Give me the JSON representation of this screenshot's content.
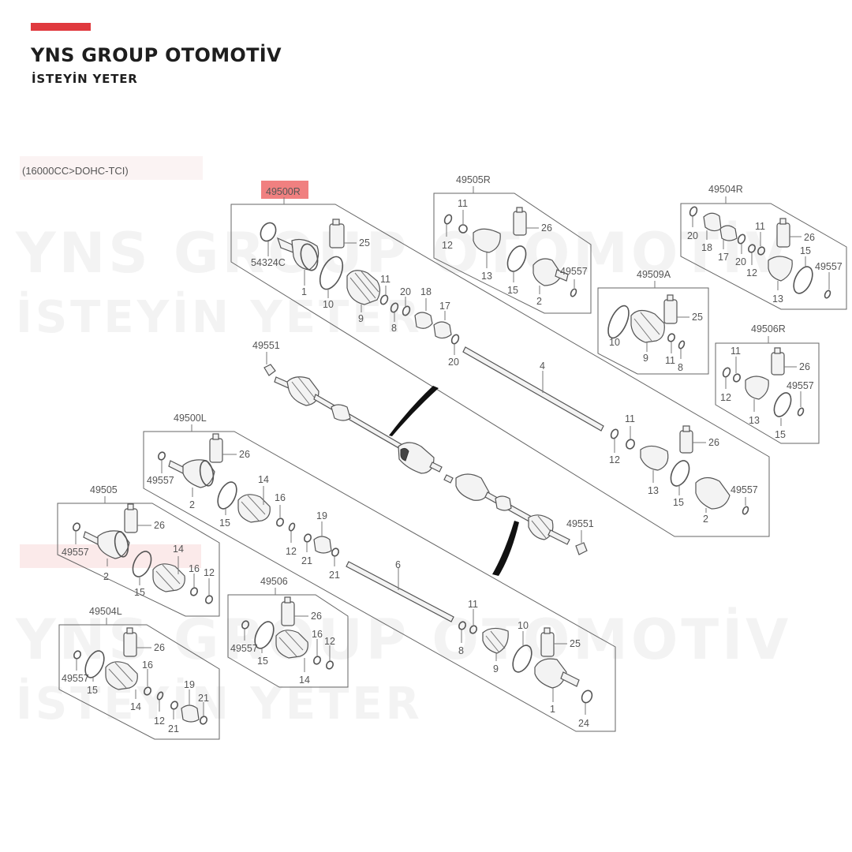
{
  "header": {
    "brand_title": "YNS GROUP OTOMOTİV",
    "brand_subtitle": "İSTEYİN YETER",
    "accent_color": "#e0393e"
  },
  "watermark": {
    "line1": "YNS GROUP OTOMOTİV",
    "line2": "İSTEYİN YETER"
  },
  "diagram": {
    "spec_note": "(16000CC>DOHC-TCI)",
    "highlight_color": "#f08080",
    "groups": [
      {
        "code": "49500R",
        "highlighted": true,
        "parts": [
          "54324C",
          "1",
          "25",
          "10",
          "9",
          "11",
          "8",
          "20",
          "18",
          "17",
          "20",
          "4",
          "12",
          "11",
          "26",
          "13",
          "15",
          "2",
          "49557"
        ]
      },
      {
        "code": "49505R",
        "highlighted": false,
        "parts": [
          "11",
          "12",
          "26",
          "13",
          "15",
          "2",
          "49557"
        ]
      },
      {
        "code": "49504R",
        "highlighted": false,
        "parts": [
          "20",
          "18",
          "17",
          "20",
          "11",
          "12",
          "26",
          "13",
          "15",
          "49557"
        ]
      },
      {
        "code": "49509A",
        "highlighted": false,
        "parts": [
          "10",
          "9",
          "25",
          "11",
          "8"
        ]
      },
      {
        "code": "49506R",
        "highlighted": false,
        "parts": [
          "11",
          "12",
          "26",
          "13",
          "49557",
          "15"
        ]
      },
      {
        "code": "49500L",
        "highlighted": false,
        "parts": [
          "49557",
          "2",
          "26",
          "15",
          "14",
          "16",
          "12",
          "19",
          "21",
          "21",
          "6",
          "11",
          "8",
          "9",
          "10",
          "25",
          "1",
          "24"
        ]
      },
      {
        "code": "49505",
        "highlighted": false,
        "parts": [
          "26",
          "49557",
          "2",
          "15",
          "14",
          "16",
          "12"
        ]
      },
      {
        "code": "49506",
        "highlighted": false,
        "parts": [
          "26",
          "49557",
          "15",
          "16",
          "12",
          "14"
        ]
      },
      {
        "code": "49504L",
        "highlighted": false,
        "parts": [
          "26",
          "49557",
          "15",
          "16",
          "14",
          "12",
          "19",
          "21",
          "21"
        ]
      }
    ],
    "nut_label": "49551",
    "labels": {
      "g49500R": "49500R",
      "g49505R": "49505R",
      "g49504R": "49504R",
      "g49509A": "49509A",
      "g49506R": "49506R",
      "g49500L": "49500L",
      "g49505": "49505",
      "g49506": "49506",
      "g49504L": "49504L",
      "p1": "1",
      "p2": "2",
      "p4": "4",
      "p6": "6",
      "p8": "8",
      "p9": "9",
      "p10": "10",
      "p11": "11",
      "p12": "12",
      "p13": "13",
      "p14": "14",
      "p15": "15",
      "p16": "16",
      "p17": "17",
      "p18": "18",
      "p19": "19",
      "p20": "20",
      "p21": "21",
      "p24": "24",
      "p25": "25",
      "p26": "26",
      "p49557": "49557",
      "p49551": "49551",
      "p54324C": "54324C"
    }
  }
}
